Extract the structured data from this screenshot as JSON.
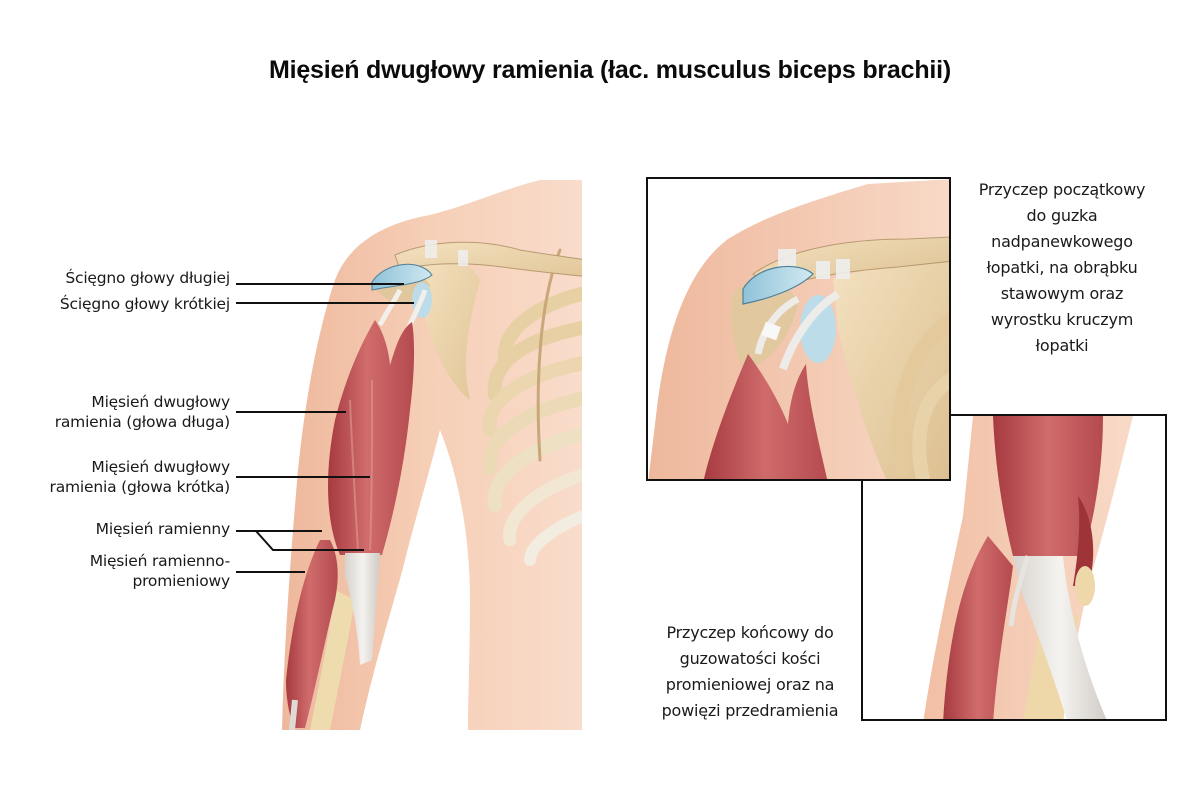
{
  "title": "Mięsień dwugłowy ramienia (łac. musculus biceps brachii)",
  "main_illustration": {
    "labels": [
      {
        "id": "long-head-tendon",
        "lines": [
          "Ścięgno głowy długiej"
        ]
      },
      {
        "id": "short-head-tendon",
        "lines": [
          "Ścięgno głowy krótkiej"
        ]
      },
      {
        "id": "biceps-long-head",
        "lines": [
          "Mięsień dwugłowy",
          "ramienia (głowa długa)"
        ]
      },
      {
        "id": "biceps-short-head",
        "lines": [
          "Mięsień dwugłowy",
          "ramienia (głowa krótka)"
        ]
      },
      {
        "id": "brachialis",
        "lines": [
          "Mięsień ramienny"
        ]
      },
      {
        "id": "brachioradialis",
        "lines": [
          "Mięsień ramienno-",
          "promieniowy"
        ]
      }
    ]
  },
  "insets": {
    "origin": {
      "caption_lines": [
        "Przyczep początkowy",
        "do guzka",
        "nadpanewkowego",
        "łopatki, na obrąbku",
        "stawowym oraz",
        "wyrostku kruczym",
        "łopatki"
      ]
    },
    "insertion": {
      "caption_lines": [
        "Przyczep końcowy do",
        "guzowatości kości",
        "promieniowej oraz na",
        "powięzi przedramienia"
      ]
    }
  },
  "colors": {
    "skin": "#f3c7ad",
    "skin_light": "#f8dccb",
    "bone": "#ecd5ad",
    "bone_shadow": "#c9a77a",
    "muscle": "#c2565a",
    "muscle_dark": "#9e3338",
    "muscle_light": "#de8a86",
    "tendon": "#e6e3df",
    "cartilage": "#a9d3e4",
    "frame": "#111111"
  }
}
